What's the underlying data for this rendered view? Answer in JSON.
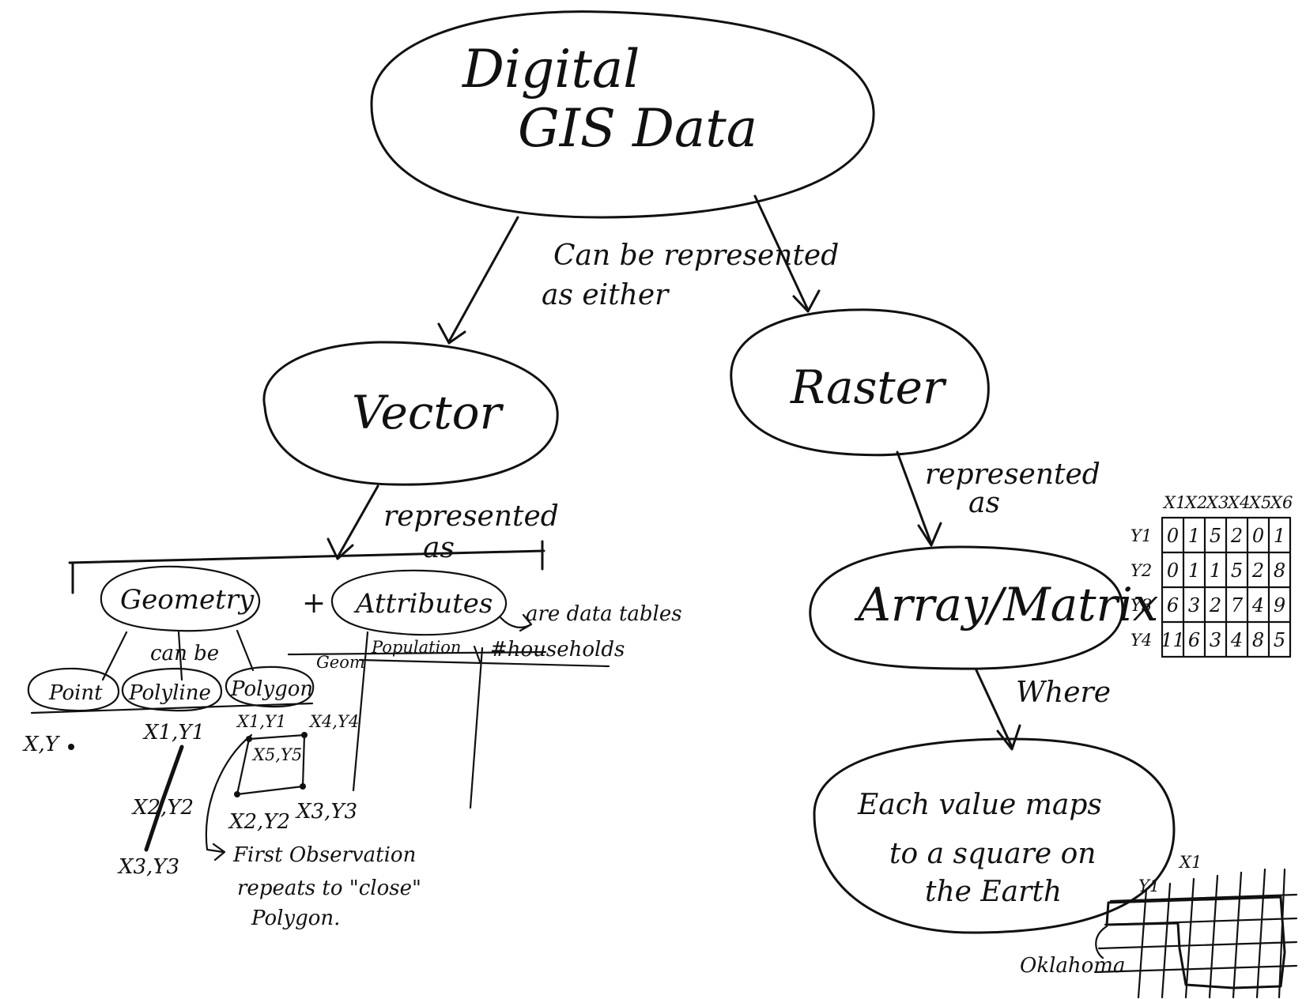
{
  "diagram": {
    "root": {
      "line1": "Digital",
      "line2": "GIS Data"
    },
    "edge_root": {
      "line1": "Can be represented",
      "line2": "as either"
    },
    "vector": {
      "label": "Vector"
    },
    "raster": {
      "label": "Raster"
    },
    "edge_vector": {
      "line1": "represented",
      "line2": "as"
    },
    "edge_raster": {
      "line1": "represented",
      "line2": "as"
    },
    "geometry": {
      "label": "Geometry",
      "edge": "can be",
      "types": [
        "Point",
        "Polyline",
        "Polygon"
      ],
      "point_coords": "X,Y",
      "polyline_coords": [
        "X1,Y1",
        "X2,Y2",
        "X3,Y3"
      ],
      "polygon_coords": [
        "X1,Y1",
        "X4,Y4",
        "X5,Y5",
        "X2,Y2",
        "X3,Y3"
      ],
      "polygon_note": {
        "line1": "First Observation",
        "line2": "repeats to \"close\"",
        "line3": "Polygon."
      }
    },
    "plus": "+",
    "attributes": {
      "label": "Attributes",
      "note": "are data tables",
      "geom_label": "Geom",
      "columns": [
        "Population",
        "#households"
      ]
    },
    "matrix": {
      "label": "Array/Matrix",
      "col_headers": [
        "X1",
        "X2",
        "X3",
        "X4",
        "X5",
        "X6"
      ],
      "row_headers": [
        "Y1",
        "Y2",
        "Y3",
        "Y4"
      ],
      "rows": [
        [
          "0",
          "1",
          "5",
          "2",
          "0",
          "1"
        ],
        [
          "0",
          "1",
          "1",
          "5",
          "2",
          "8"
        ],
        [
          "6",
          "3",
          "2",
          "7",
          "4",
          "9"
        ],
        [
          "11",
          "6",
          "3",
          "4",
          "8",
          "5"
        ]
      ]
    },
    "edge_matrix": "Where",
    "each_value": {
      "line1": "Each value maps",
      "line2": "to a square on",
      "line3": "the Earth"
    },
    "map": {
      "x_label": "X1",
      "y_label": "Y1",
      "state_label": "Oklahoma"
    }
  }
}
